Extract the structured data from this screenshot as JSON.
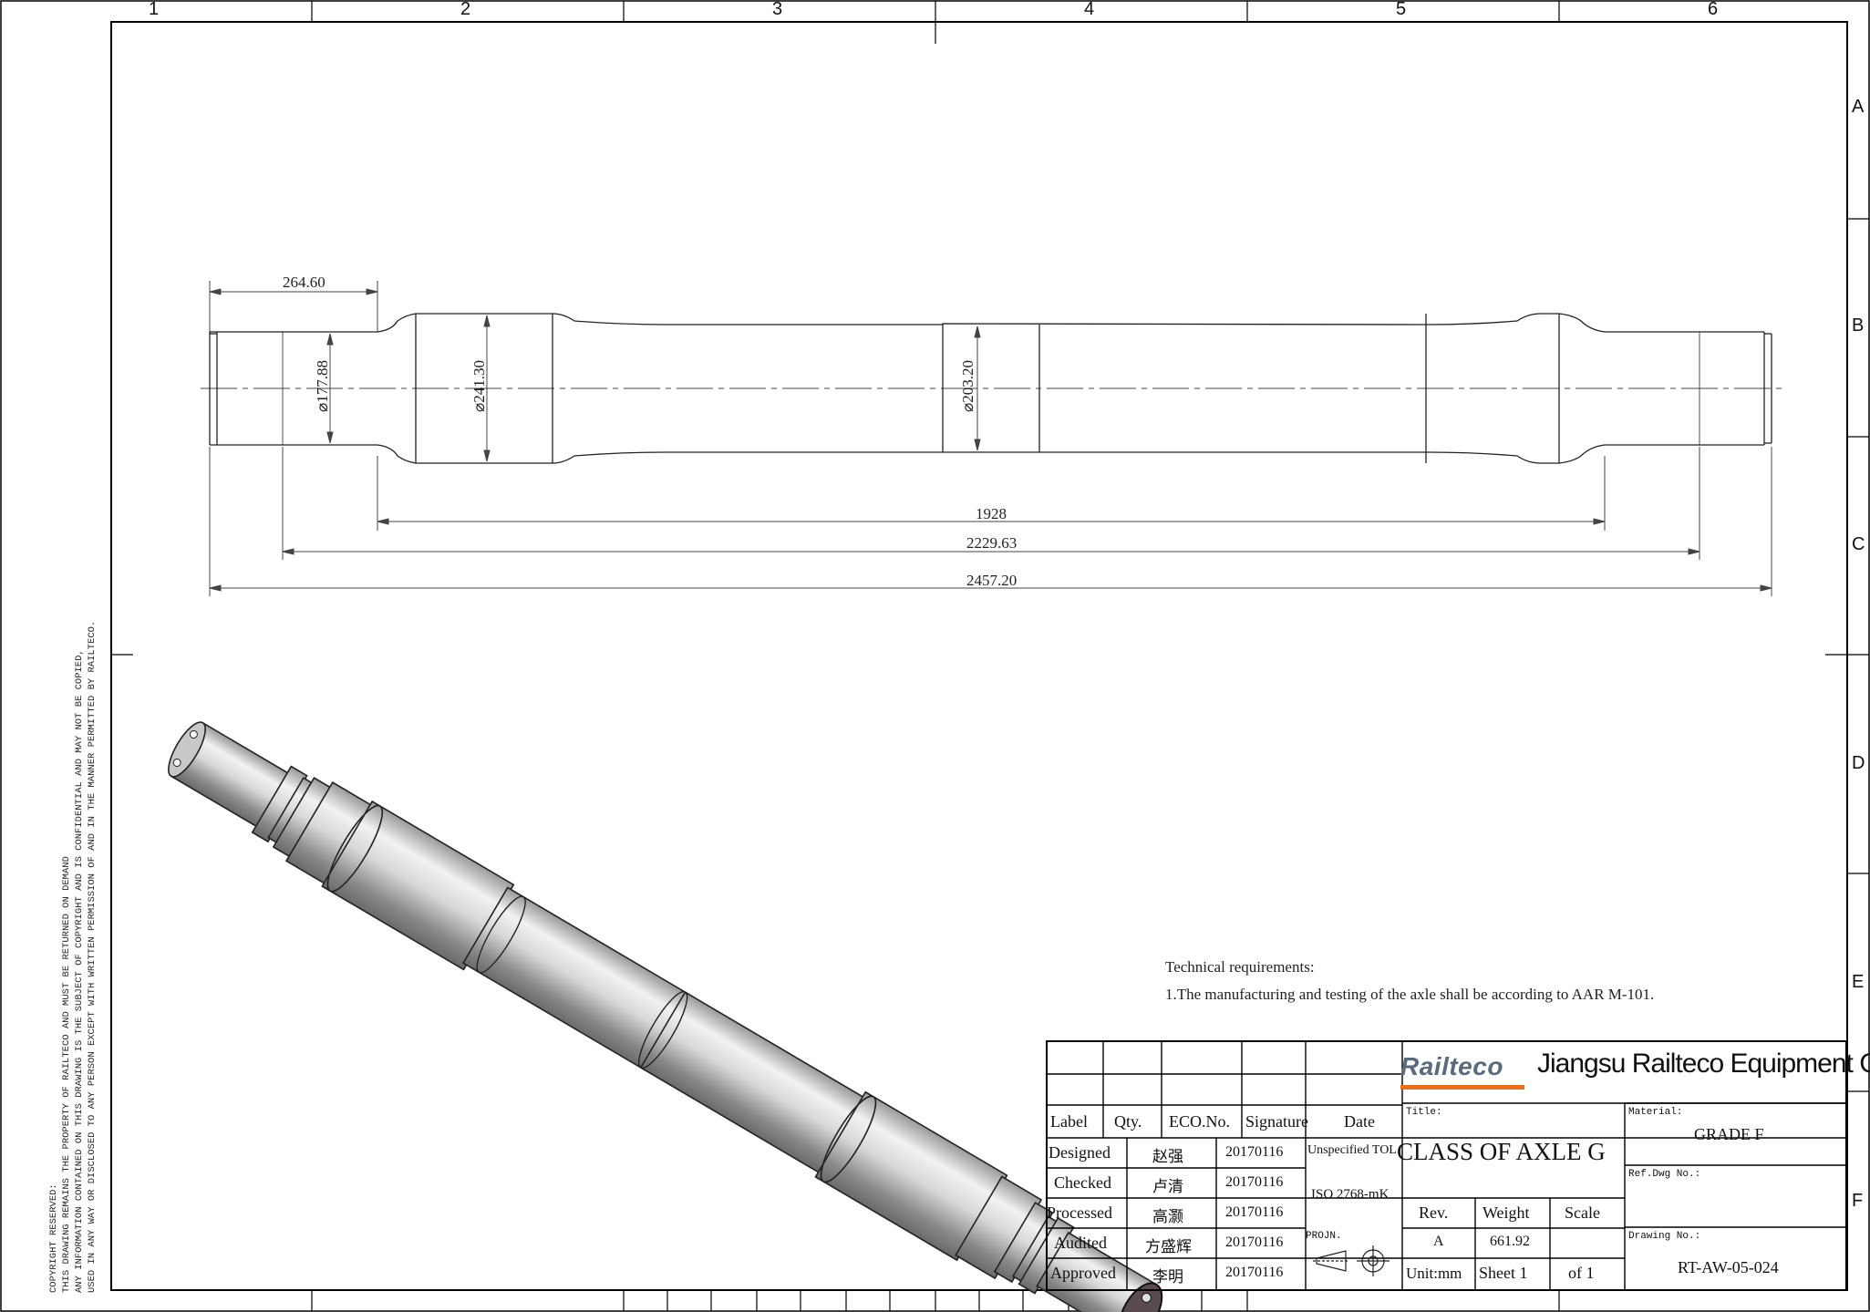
{
  "zones": {
    "columns": [
      "1",
      "2",
      "3",
      "4",
      "5",
      "6"
    ],
    "rows": [
      "A",
      "B",
      "C",
      "D",
      "E",
      "F"
    ]
  },
  "copyright": {
    "line1": "COPYRIGHT RESERVED:",
    "line2": "THIS DRAWING REMAINS THE PROPERTY OF RAILTECO AND MUST BE RETURNED ON DEMAND",
    "line3": "ANY INFORMATION CONTAINED ON THIS DRAWING IS THE SUBJECT OF COPYRIGHT AND IS CONFIDENTIAL AND MAY NOT BE COPIED,",
    "line4": "USED IN ANY WAY OR DISCLOSED TO ANY PERSON EXCEPT WITH WRITTEN PERMISSION OF AND IN THE MANNER PERMITTED BY RAILTECO."
  },
  "dimensions": {
    "journal_length": "264.60",
    "journal_dia": "177.88",
    "wheel_seat_dia": "241.30",
    "body_dia": "203.20",
    "between_collars": "1928",
    "between_centers": "2229.63",
    "overall": "2457.20",
    "dia_symbol": "⌀"
  },
  "technical": {
    "heading": "Technical requirements:",
    "item1": "1.The manufacturing and testing of the axle shall  be according to AAR M-101."
  },
  "title_block": {
    "company_logo": "Railteco",
    "company_name": "Jiangsu Railteco Equipment Co.,LTD",
    "headers": {
      "label": "Label",
      "qty": "Qty.",
      "eco": "ECO.No.",
      "signature": "Signature",
      "date": "Date"
    },
    "rows": [
      {
        "role": "Designed",
        "name": "赵强",
        "date": "20170116"
      },
      {
        "role": "Checked",
        "name": "卢清",
        "date": "20170116"
      },
      {
        "role": "Processed",
        "name": "高灏",
        "date": "20170116"
      },
      {
        "role": "Audited",
        "name": "方盛辉",
        "date": "20170116"
      },
      {
        "role": "Approved",
        "name": "李明",
        "date": "20170116"
      }
    ],
    "tol_label": "Unspecified TOL",
    "tol_value": "ISO 2768-mK",
    "projection_label": "PROJN.",
    "title_label": "Title:",
    "title_value": "CLASS OF AXLE G",
    "material_label": "Material:",
    "material_value": "GRADE F",
    "ref_label": "Ref.Dwg No.:",
    "ref_value": "",
    "rev_label": "Rev.",
    "rev_value": "A",
    "weight_label": "Weight",
    "weight_value": "661.92",
    "scale_label": "Scale",
    "scale_value": "",
    "unit_label": "Unit:mm",
    "sheet_label": "Sheet 1",
    "of_label": "of 1",
    "drawing_no_label": "Drawing No.:",
    "drawing_no_value": "RT-AW-05-024"
  }
}
